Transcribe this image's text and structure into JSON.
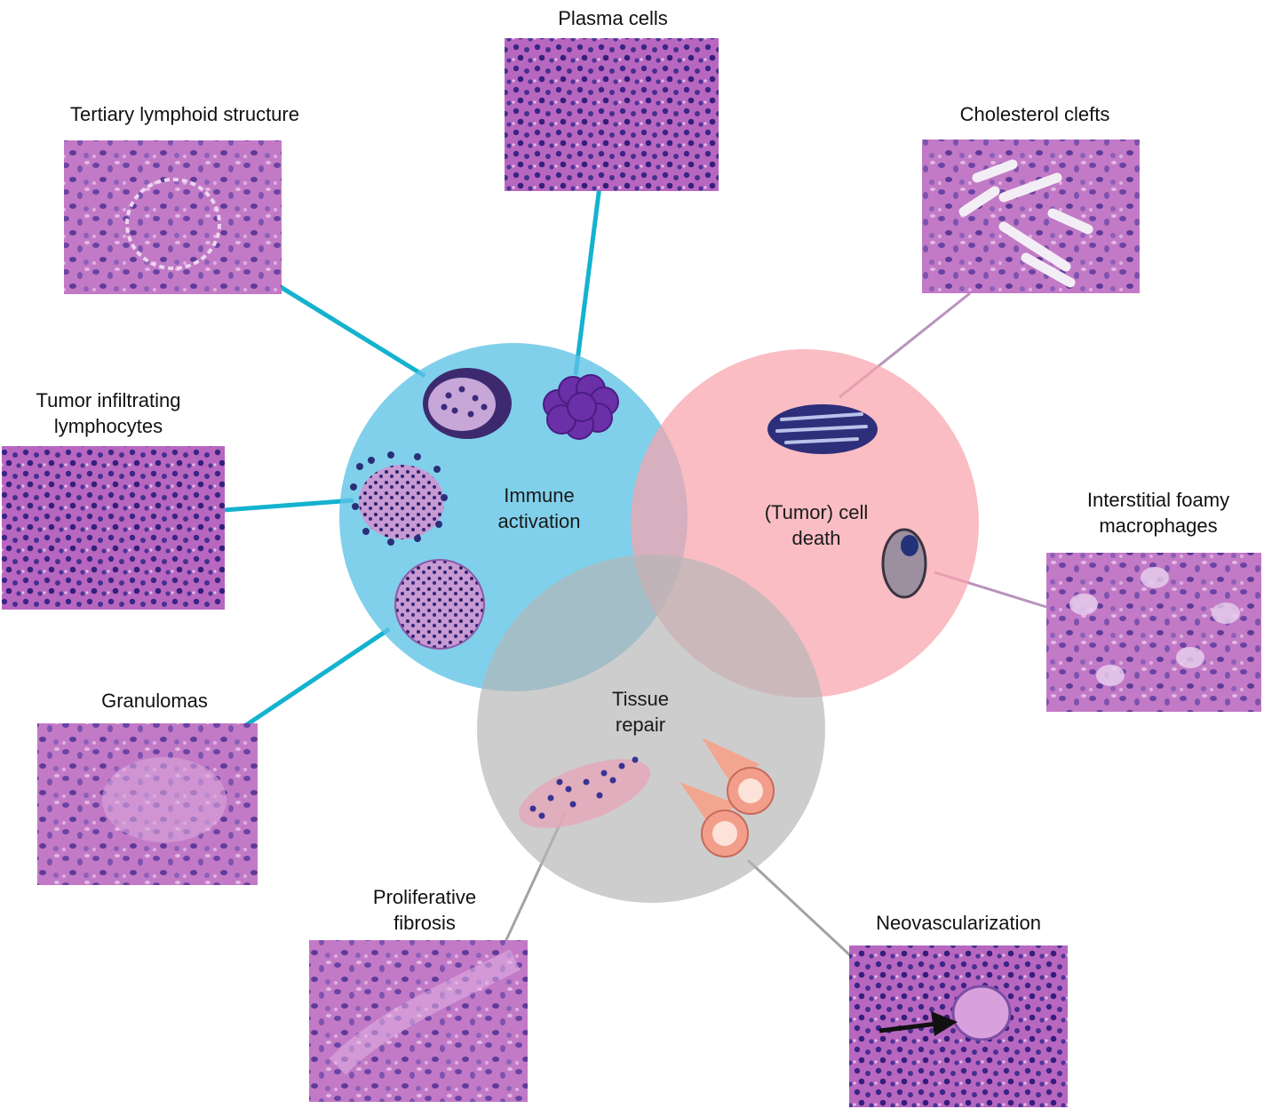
{
  "colors": {
    "immune": "#5cc3e6",
    "death": "#f6a3ac",
    "repair": "#b5b5b5",
    "connector_immune": "#14b2cf",
    "connector_death": "#b992bd",
    "connector_repair": "#a3a3a3",
    "tissue_pink": "#c27ac6",
    "nucleus": "#3d2a8a"
  },
  "circles": [
    {
      "id": "immune",
      "lines": [
        "Immune",
        "activation"
      ]
    },
    {
      "id": "death",
      "lines": [
        "(Tumor) cell",
        "death"
      ]
    },
    {
      "id": "repair",
      "lines": [
        "Tissue",
        "repair"
      ]
    }
  ],
  "panels": [
    {
      "id": "plasma",
      "lines": [
        "Plasma cells"
      ],
      "group": "immune"
    },
    {
      "id": "tertiary",
      "lines": [
        "Tertiary lymphoid structure"
      ],
      "group": "immune"
    },
    {
      "id": "til",
      "lines": [
        "Tumor infiltrating",
        "lymphocytes"
      ],
      "group": "immune"
    },
    {
      "id": "granulomas",
      "lines": [
        "Granulomas"
      ],
      "group": "immune"
    },
    {
      "id": "cholesterol",
      "lines": [
        "Cholesterol clefts"
      ],
      "group": "death"
    },
    {
      "id": "foamy",
      "lines": [
        "Interstitial foamy",
        "macrophages"
      ],
      "group": "death"
    },
    {
      "id": "fibrosis",
      "lines": [
        "Proliferative",
        "fibrosis"
      ],
      "group": "repair"
    },
    {
      "id": "neovasc",
      "lines": [
        "Neovascularization"
      ],
      "group": "repair"
    }
  ]
}
